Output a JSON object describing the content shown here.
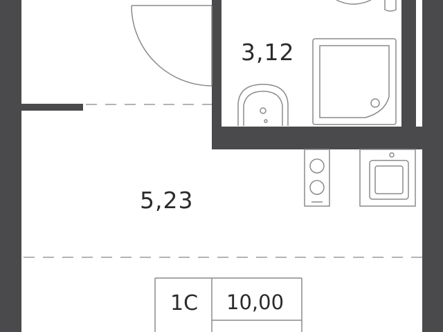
{
  "rooms": [
    {
      "id": "bathroom",
      "area": "3,12"
    },
    {
      "id": "living",
      "area": "5,23"
    }
  ],
  "summary": {
    "type": "1С",
    "total_area": "10,00"
  },
  "colors": {
    "wall": "#4a4a4c",
    "fixture_stroke": "#8a8a8a",
    "dash": "#9a9a9a",
    "text": "#2b2b2b"
  }
}
